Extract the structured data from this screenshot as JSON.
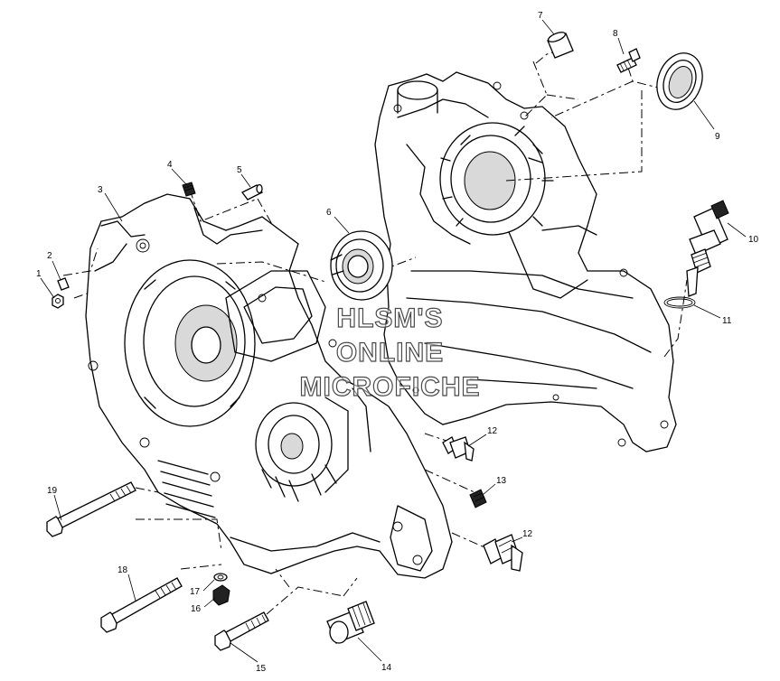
{
  "watermark": {
    "line1": "HLSM'S",
    "line2": "ONLINE",
    "line3": "MICROFICHE"
  },
  "callouts": [
    "1",
    "2",
    "3",
    "4",
    "5",
    "6",
    "7",
    "8",
    "9",
    "10",
    "11",
    "12",
    "12",
    "13",
    "14",
    "15",
    "16",
    "17",
    "18",
    "19"
  ]
}
